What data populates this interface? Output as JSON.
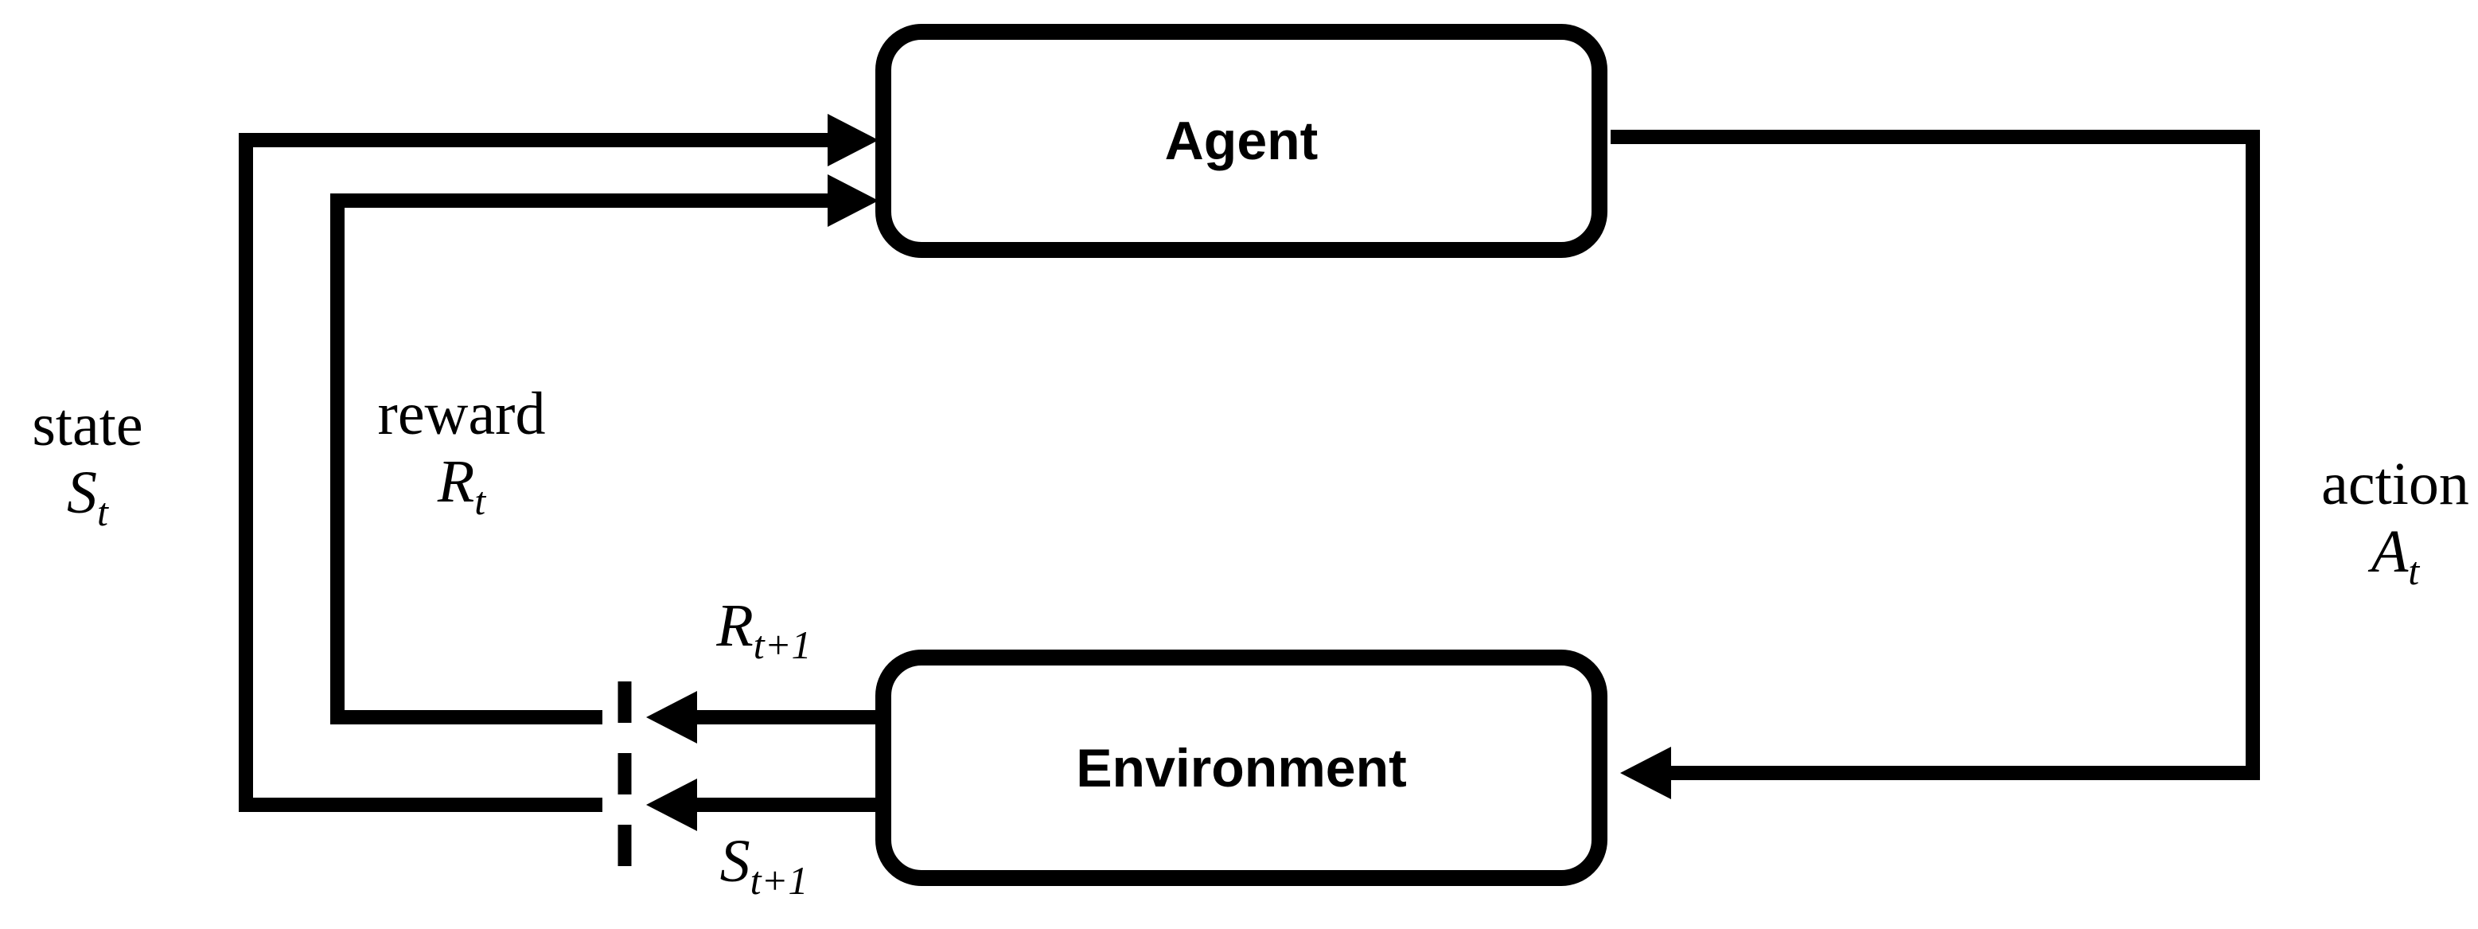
{
  "colors": {
    "ink": "#000000",
    "background": "#ffffff"
  },
  "boxes": {
    "agent": {
      "label": "Agent"
    },
    "environment": {
      "label": "Environment"
    }
  },
  "labels": {
    "state": {
      "word": "state",
      "symbol": "S",
      "sub": "t"
    },
    "reward": {
      "word": "reward",
      "symbol": "R",
      "sub": "t"
    },
    "action": {
      "word": "action",
      "symbol": "A",
      "sub": "t"
    },
    "next_reward": {
      "symbol": "R",
      "sub": "t+1"
    },
    "next_state": {
      "symbol": "S",
      "sub": "t+1"
    }
  }
}
